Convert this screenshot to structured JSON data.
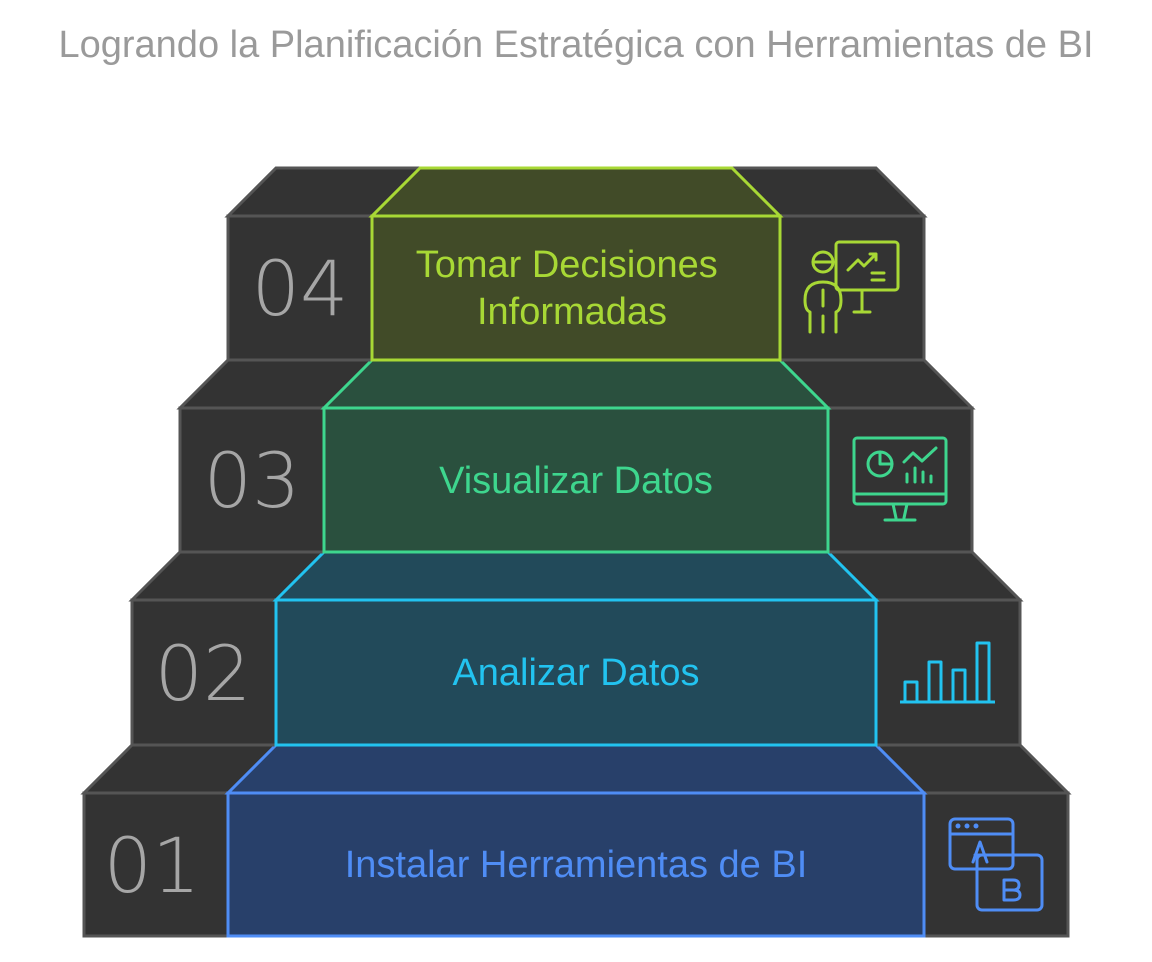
{
  "title": "Logrando la Planificación Estratégica con Herramientas de BI",
  "steps": [
    {
      "number": "01",
      "lines": [
        "Instalar Herramientas de BI"
      ],
      "color": "#4f8df5",
      "fill": "#28406a",
      "icon": "ab-test-icon"
    },
    {
      "number": "02",
      "lines": [
        "Analizar Datos"
      ],
      "color": "#22c3f0",
      "fill": "#224a5a",
      "icon": "bar-chart-icon"
    },
    {
      "number": "03",
      "lines": [
        "Visualizar Datos"
      ],
      "color": "#3ed68e",
      "fill": "#2a503e",
      "icon": "dashboard-monitor-icon"
    },
    {
      "number": "04",
      "lines": [
        "Tomar Decisiones",
        "Informadas"
      ],
      "color": "#a8d835",
      "fill": "#414b28",
      "icon": "presentation-icon"
    }
  ],
  "colors": {
    "block": "#333333",
    "edge": "#555555",
    "number": "#a6a6a6",
    "title": "#9a9a9a"
  }
}
